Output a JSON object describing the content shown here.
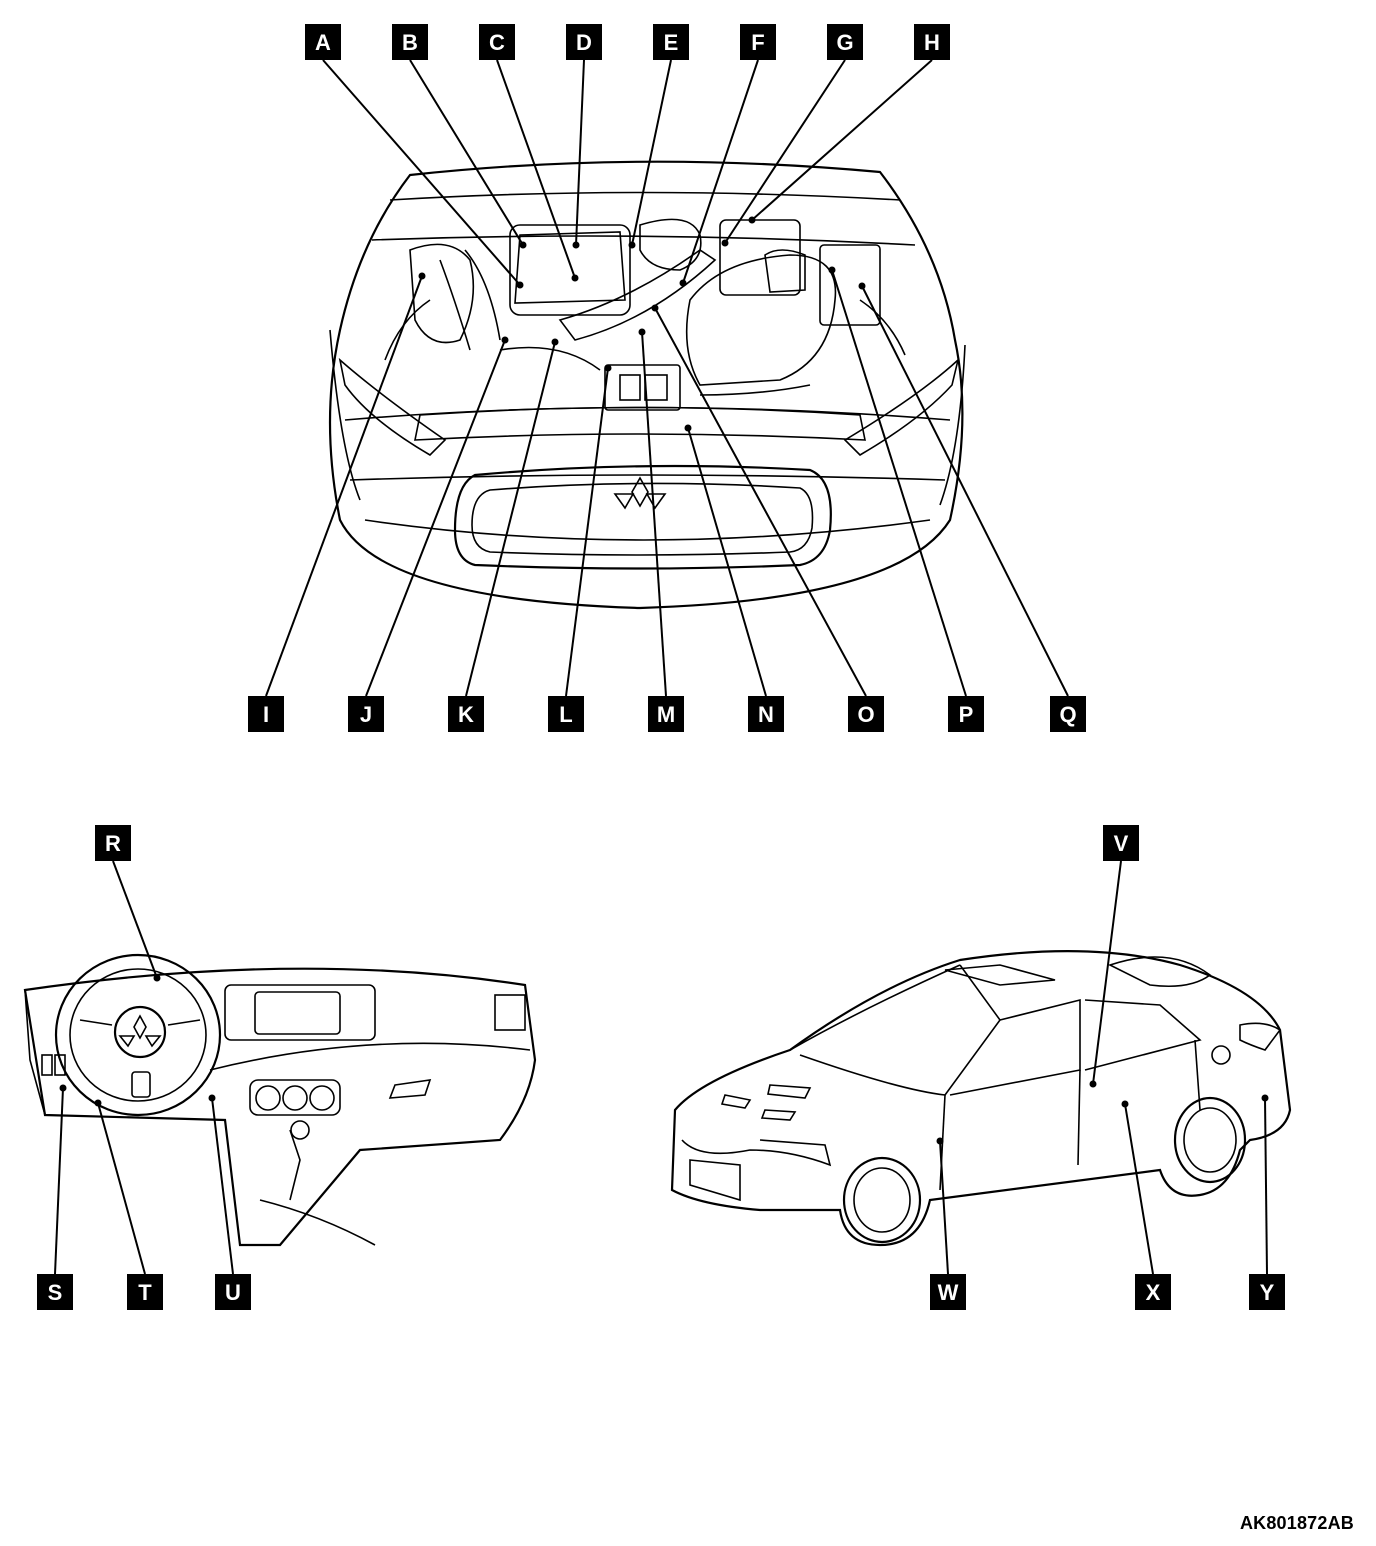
{
  "callouts": [
    {
      "id": "A",
      "label": "A"
    },
    {
      "id": "B",
      "label": "B"
    },
    {
      "id": "C",
      "label": "C"
    },
    {
      "id": "D",
      "label": "D"
    },
    {
      "id": "E",
      "label": "E"
    },
    {
      "id": "F",
      "label": "F"
    },
    {
      "id": "G",
      "label": "G"
    },
    {
      "id": "H",
      "label": "H"
    },
    {
      "id": "I",
      "label": "I"
    },
    {
      "id": "J",
      "label": "J"
    },
    {
      "id": "K",
      "label": "K"
    },
    {
      "id": "L",
      "label": "L"
    },
    {
      "id": "M",
      "label": "M"
    },
    {
      "id": "N",
      "label": "N"
    },
    {
      "id": "O",
      "label": "O"
    },
    {
      "id": "P",
      "label": "P"
    },
    {
      "id": "Q",
      "label": "Q"
    },
    {
      "id": "R",
      "label": "R"
    },
    {
      "id": "S",
      "label": "S"
    },
    {
      "id": "T",
      "label": "T"
    },
    {
      "id": "U",
      "label": "U"
    },
    {
      "id": "V",
      "label": "V"
    },
    {
      "id": "W",
      "label": "W"
    },
    {
      "id": "X",
      "label": "X"
    },
    {
      "id": "Y",
      "label": "Y"
    }
  ],
  "reference_code": "AK801872AB",
  "colors": {
    "ink": "#000000",
    "paper": "#ffffff"
  }
}
